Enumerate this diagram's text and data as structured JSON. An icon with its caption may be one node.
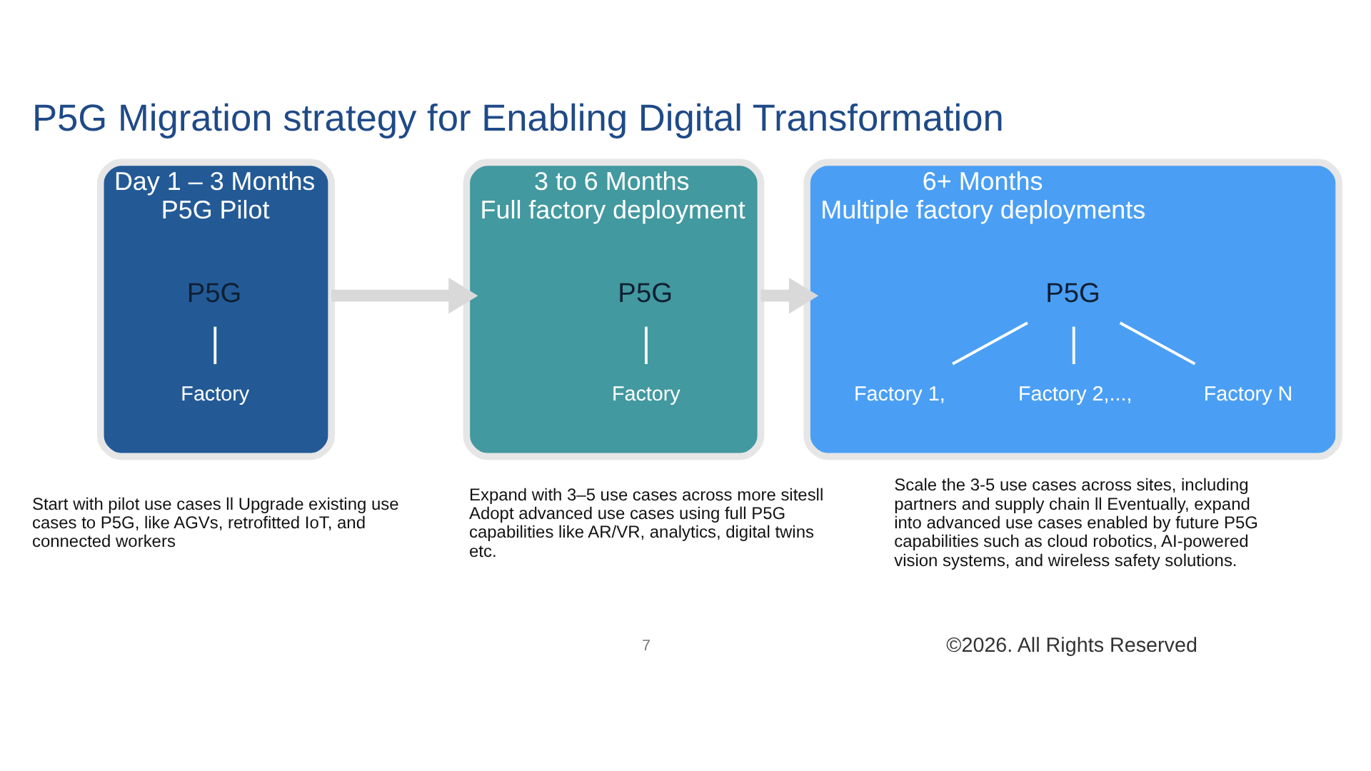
{
  "diagram": {
    "title": "P5G Migration strategy for Enabling Digital Transformation",
    "nodes": [
      {
        "text": [
          "Day 1 – 3 Months",
          "P5G Pilot"
        ],
        "beside": [
          "Start with pilot use cases ll Upgrade existing use cases to P5G, like AGVs, retrofitted IoT, and connected workers"
        ]
      },
      {
        "text": [
          "P5G"
        ],
        "in": 0
      },
      {
        "text": [
          "Factory"
        ],
        "in": 0
      },
      {
        "text": [
          "3 to 6 Months",
          "Full factory deployment"
        ],
        "beside": [
          "Expand with 3–5 use cases across more sitesll Adopt advanced use cases using full P5G capabilities like AR/VR, analytics, digital twins etc."
        ]
      },
      {
        "text": [
          "P5G"
        ],
        "in": 3
      },
      {
        "text": [
          "Factory"
        ],
        "in": 3
      },
      {
        "text": [
          "6+ Months",
          "Multiple factory deployments"
        ],
        "beside": [
          "Scale the 3-5 use cases across sites, including partners and supply chain ll Eventually, expand into advanced use cases enabled by future P5G capabilities such as cloud robotics, AI-powered vision systems, and wireless safety solutions."
        ]
      },
      {
        "text": [
          "P5G"
        ],
        "in": 6
      },
      {
        "text": [
          "Factory 1,"
        ],
        "in": 6
      },
      {
        "text": [
          "Factory 2,...,"
        ],
        "in": 6
      },
      {
        "text": [
          "Factory N"
        ],
        "in": 6
      }
    ],
    "edges": [
      {
        "from": 1,
        "to": 2,
        "arrow": "none"
      },
      {
        "from": 4,
        "to": 5,
        "arrow": "none"
      },
      {
        "from": 7,
        "to": 8,
        "arrow": "none"
      },
      {
        "from": 7,
        "to": 9,
        "arrow": "none"
      },
      {
        "from": 7,
        "to": 10,
        "arrow": "none"
      },
      {
        "from": 0,
        "to": 3,
        "arrow": "to",
        "style": "thick",
        "color": "#d9d9d9"
      },
      {
        "from": 3,
        "to": 6,
        "arrow": "to",
        "style": "thick",
        "color": "#d9d9d9"
      }
    ],
    "labels": [
      "7",
      "©2026. All Rights Reserved"
    ]
  }
}
